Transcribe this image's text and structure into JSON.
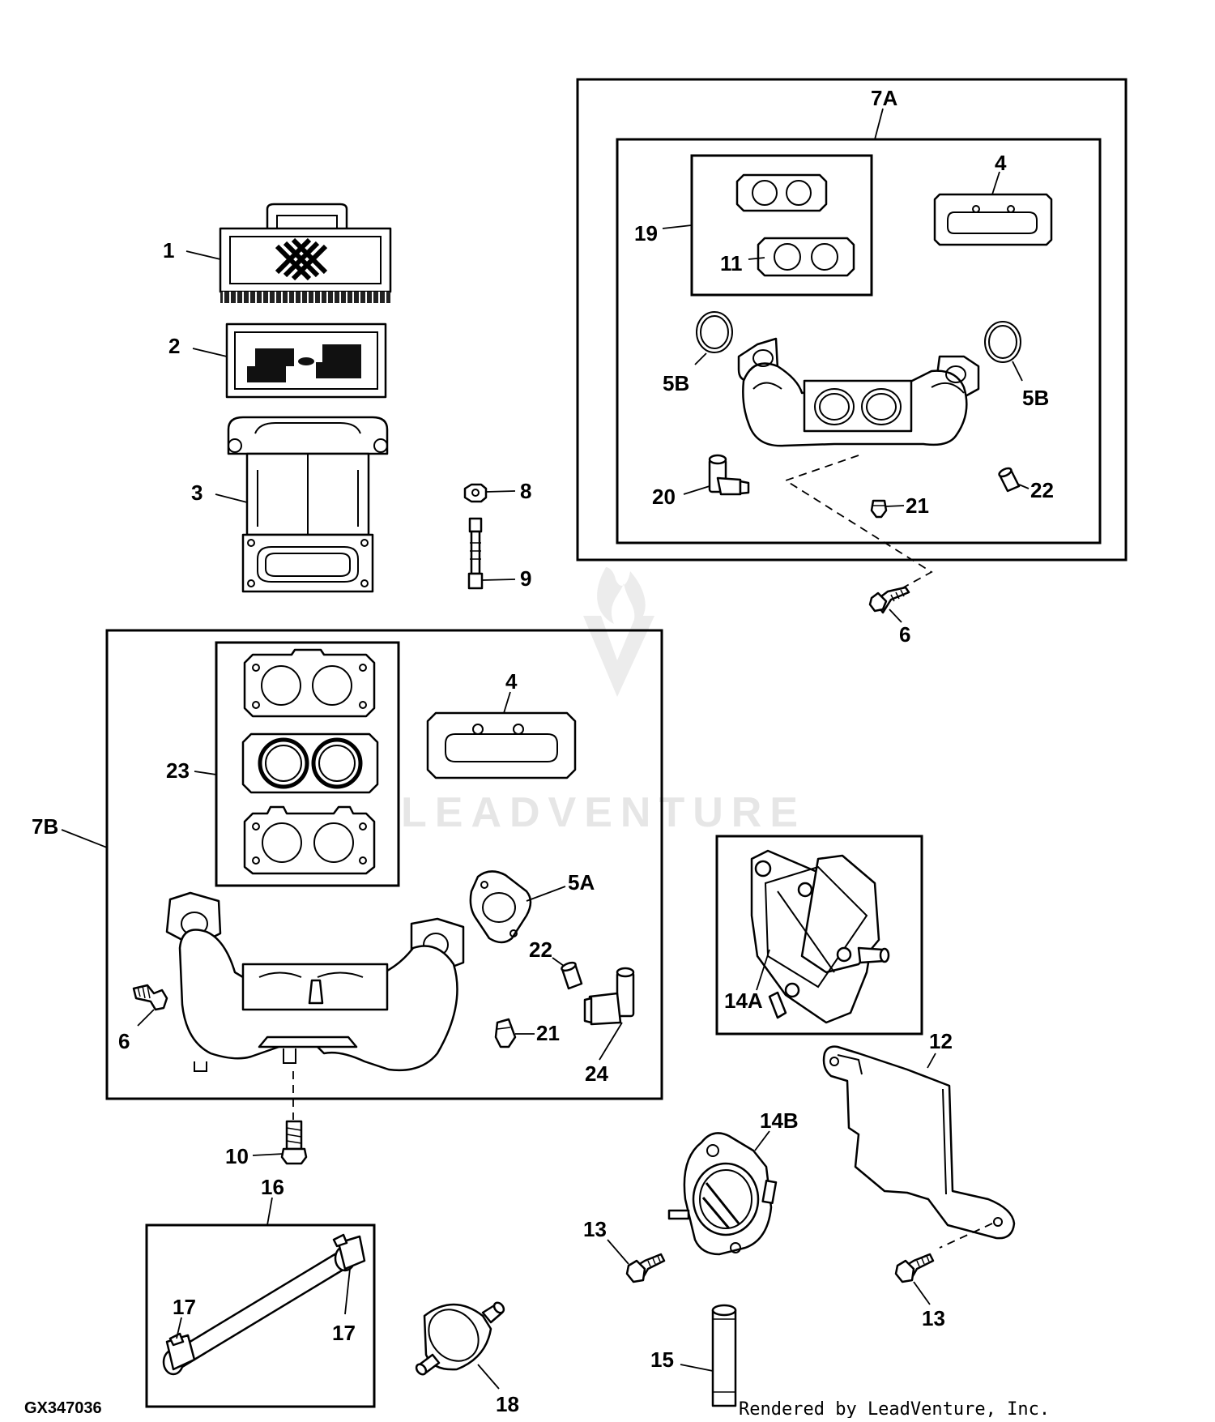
{
  "diagram": {
    "figure_id": "GX347036",
    "rendered_by": "Rendered by LeadVenture, Inc.",
    "watermark": "LEADVENTURE",
    "callouts": {
      "c1": "1",
      "c2": "2",
      "c3": "3",
      "c8": "8",
      "c9": "9",
      "c7a": "7A",
      "c4_top": "4",
      "c19": "19",
      "c11": "11",
      "c5b_left": "5B",
      "c5b_right": "5B",
      "c20": "20",
      "c21_top": "21",
      "c22_top": "22",
      "c6_top": "6",
      "c7b": "7B",
      "c4_bottom": "4",
      "c23": "23",
      "c5a": "5A",
      "c22_bottom": "22",
      "c6_bottom": "6",
      "c21_bottom": "21",
      "c24": "24",
      "c10": "10",
      "c14a": "14A",
      "c12": "12",
      "c14b": "14B",
      "c13_left": "13",
      "c13_right": "13",
      "c16": "16",
      "c17_left": "17",
      "c17_right": "17",
      "c18": "18",
      "c15": "15"
    }
  }
}
